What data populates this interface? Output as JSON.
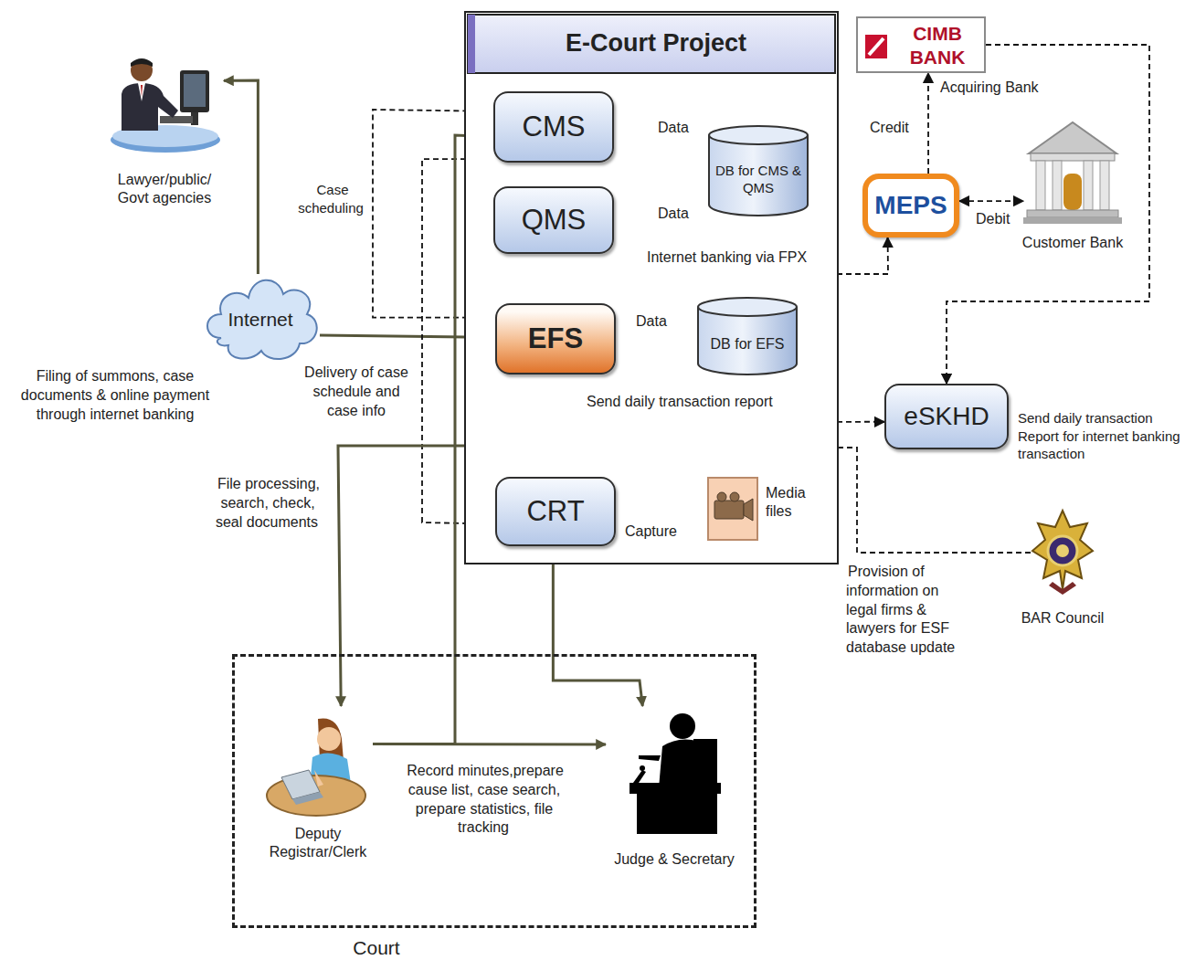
{
  "diagram": {
    "nodes": [
      {
        "text": [
          "E-Court Project"
        ]
      },
      {
        "text": [
          "CMS"
        ],
        "in": 0
      },
      {
        "text": [
          "QMS"
        ],
        "in": 0
      },
      {
        "text": [
          "DB for CMS & QMS"
        ],
        "in": 0
      },
      {
        "text": [
          "EFS"
        ],
        "in": 0
      },
      {
        "text": [
          "DB for EFS"
        ],
        "in": 0
      },
      {
        "text": [
          "CRT"
        ],
        "in": 0
      },
      {
        "text": [
          "Media files"
        ],
        "in": 0
      },
      {
        "text": [
          "CIMB BANK",
          "Acquiring Bank"
        ]
      },
      {
        "text": [
          "MEPS"
        ]
      },
      {
        "text": [
          "Customer Bank"
        ]
      },
      {
        "text": [
          "eSKHD"
        ]
      },
      {
        "text": [
          "BAR Council"
        ]
      },
      {
        "text": [
          "Lawyer/public/ Govt agencies"
        ]
      },
      {
        "text": [
          "Internet"
        ]
      },
      {
        "text": [
          "Court"
        ]
      },
      {
        "text": [
          "Deputy Registrar/Clerk"
        ],
        "in": 15
      },
      {
        "text": [
          "Judge & Secretary"
        ],
        "in": 15
      }
    ],
    "edges": [
      {
        "from": 1,
        "to": 3,
        "arrow": "both",
        "label": "Data"
      },
      {
        "from": 2,
        "to": 3,
        "arrow": "both",
        "label": "Data"
      },
      {
        "from": 4,
        "to": 5,
        "arrow": "both",
        "label": "Data"
      },
      {
        "from": 6,
        "to": 7,
        "arrow": "both",
        "label": "Capture"
      },
      {
        "from": 14,
        "to": 13,
        "arrow": "to"
      },
      {
        "from": 14,
        "to": 4,
        "arrow": "to"
      },
      {
        "from": 4,
        "to": 1,
        "arrow": "to",
        "label": "Case scheduling"
      },
      {
        "from": 1,
        "to": 6,
        "arrow": "to"
      },
      {
        "from": 4,
        "to": 9,
        "arrow": "both",
        "label": "Internet banking via FPX"
      },
      {
        "from": 9,
        "to": 8,
        "arrow": "to",
        "label": "Credit"
      },
      {
        "from": 9,
        "to": 10,
        "arrow": "both",
        "label": "Debit"
      },
      {
        "from": 8,
        "to": 11,
        "arrow": "to"
      },
      {
        "from": 4,
        "to": 11,
        "arrow": "to",
        "label": "Send daily transaction report"
      },
      {
        "from": 12,
        "to": 4,
        "arrow": "to",
        "label": "Provision of information on legal firms & lawyers for ESF database update"
      },
      {
        "from": 4,
        "to": 16,
        "arrow": "both",
        "label": "File processing, search, check, seal documents"
      },
      {
        "from": 16,
        "to": 17,
        "arrow": "to",
        "label": "Record minutes,prepare cause list, case search, prepare statistics, file tracking"
      },
      {
        "from": 16,
        "to": 1,
        "arrow": "to"
      },
      {
        "from": 6,
        "to": 17,
        "arrow": "both"
      }
    ],
    "labels": [
      "Filing of summons, case documents & online payment through internet banking",
      "Delivery of case schedule and case info",
      "Send daily transaction Report for internet banking transaction"
    ]
  }
}
